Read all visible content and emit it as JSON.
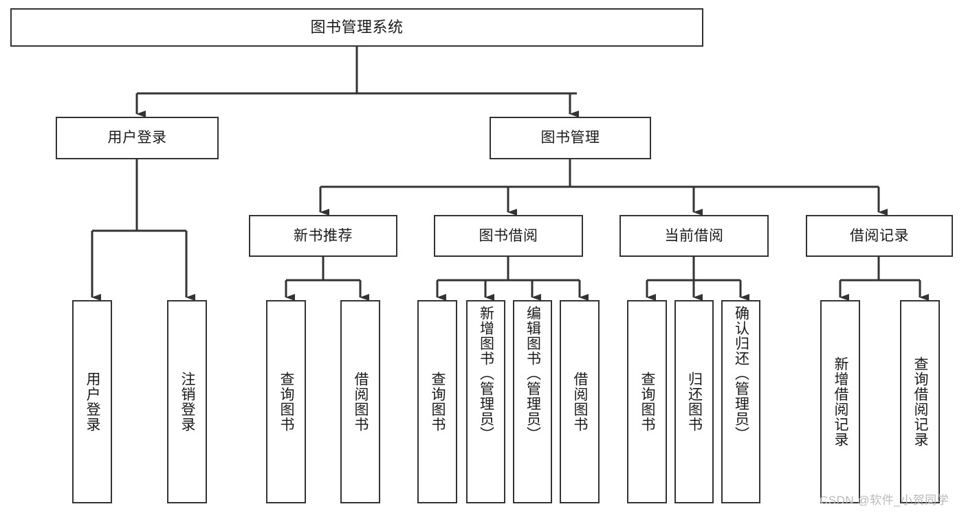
{
  "diagram": {
    "type": "tree-hierarchy",
    "title": "图书管理系统",
    "root": {
      "label": "图书管理系统"
    },
    "level2": [
      {
        "id": "user-login",
        "label": "用户登录"
      },
      {
        "id": "book-management",
        "label": "图书管理"
      }
    ],
    "level3": [
      {
        "id": "new-book-recommend",
        "label": "新书推荐",
        "parent": "book-management"
      },
      {
        "id": "book-borrow",
        "label": "图书借阅",
        "parent": "book-management"
      },
      {
        "id": "current-borrow",
        "label": "当前借阅",
        "parent": "book-management"
      },
      {
        "id": "borrow-record",
        "label": "借阅记录",
        "parent": "book-management"
      }
    ],
    "leaves": [
      {
        "id": "leaf-user-login",
        "label": "用户登录",
        "parent": "user-login"
      },
      {
        "id": "leaf-logout-login",
        "label": "注销登录",
        "parent": "user-login"
      },
      {
        "id": "leaf-query-book-1",
        "label": "查询图书",
        "parent": "new-book-recommend"
      },
      {
        "id": "leaf-borrow-book-1",
        "label": "借阅图书",
        "parent": "new-book-recommend"
      },
      {
        "id": "leaf-query-book-2",
        "label": "查询图书",
        "parent": "book-borrow"
      },
      {
        "id": "leaf-add-book",
        "label": "新增图书（管理员）",
        "parent": "book-borrow"
      },
      {
        "id": "leaf-edit-book",
        "label": "编辑图书（管理员）",
        "parent": "book-borrow"
      },
      {
        "id": "leaf-borrow-book-2",
        "label": "借阅图书",
        "parent": "book-borrow"
      },
      {
        "id": "leaf-query-book-3",
        "label": "查询图书",
        "parent": "current-borrow"
      },
      {
        "id": "leaf-return-book",
        "label": "归还图书",
        "parent": "current-borrow"
      },
      {
        "id": "leaf-confirm-return",
        "label": "确认归还（管理员）",
        "parent": "current-borrow"
      },
      {
        "id": "leaf-add-record",
        "label": "新增借阅记录",
        "parent": "borrow-record"
      },
      {
        "id": "leaf-query-record",
        "label": "查询借阅记录",
        "parent": "borrow-record"
      }
    ]
  },
  "watermark": {
    "text": "CSDN @软件_小贺同学"
  },
  "colors": {
    "background": "#ffffff",
    "box_border": "#333333",
    "box_fill": "#ffffff",
    "text": "#1a1a1a",
    "connector": "#333333",
    "watermark": "#b9b9b9"
  }
}
